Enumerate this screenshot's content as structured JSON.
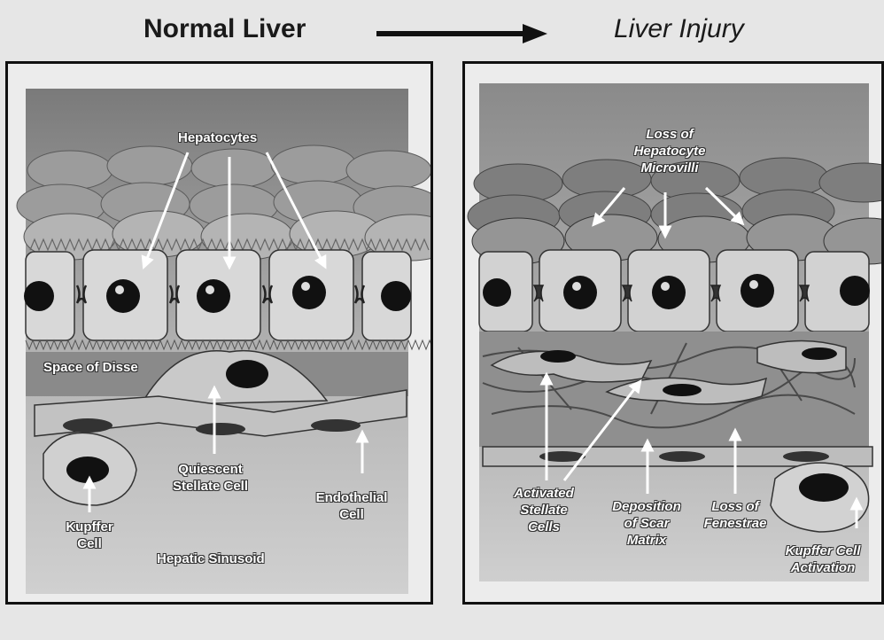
{
  "titles": {
    "normal": "Normal Liver",
    "injury": "Liver Injury"
  },
  "normal_labels": {
    "hepatocytes": "Hepatocytes",
    "space_of_disse": "Space of Disse",
    "quiescent_1": "Quiescent",
    "quiescent_2": "Stellate Cell",
    "endothelial_1": "Endothelial",
    "endothelial_2": "Cell",
    "kupffer_1": "Kupffer",
    "kupffer_2": "Cell",
    "sinusoid": "Hepatic Sinusoid"
  },
  "injury_labels": {
    "microvilli_1": "Loss of",
    "microvilli_2": "Hepatocyte",
    "microvilli_3": "Microvilli",
    "activated_1": "Activated",
    "activated_2": "Stellate",
    "activated_3": "Cells",
    "scar_1": "Deposition",
    "scar_2": "of Scar",
    "scar_3": "Matrix",
    "fenestrae_1": "Loss of",
    "fenestrae_2": "Fenestrae",
    "kupffer_1": "Kupffer Cell",
    "kupffer_2": "Activation"
  }
}
